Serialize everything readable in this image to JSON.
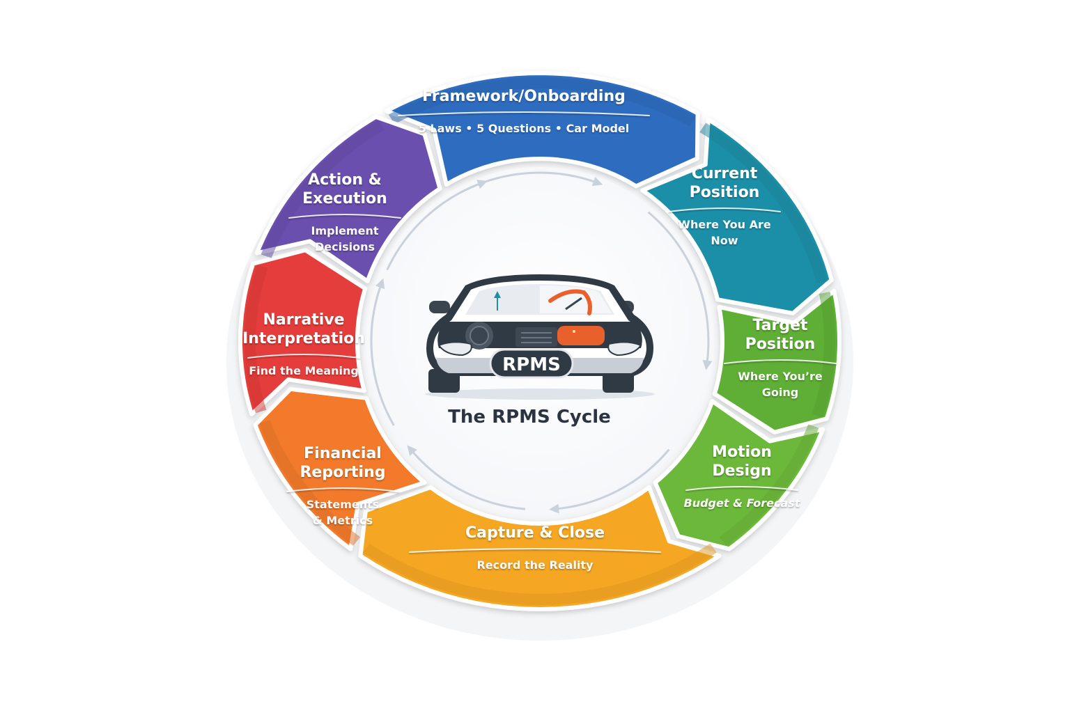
{
  "center": {
    "title": "The RPMS Cycle",
    "badge": "RPMS",
    "icon": "car-icon"
  },
  "segments": [
    {
      "title_lines": [
        "Framework/Onboarding"
      ],
      "subtitle_lines": [
        "5 Laws • 5 Questions • Car Model"
      ],
      "color": "#2f6cbf"
    },
    {
      "title_lines": [
        "Current",
        "Position"
      ],
      "subtitle_lines": [
        "Where You Are",
        "Now"
      ],
      "color": "#1f8fa8"
    },
    {
      "title_lines": [
        "Target",
        "Position"
      ],
      "subtitle_lines": [
        "Where You’re",
        "Going"
      ],
      "color": "#5fae34"
    },
    {
      "title_lines": [
        "Motion",
        "Design"
      ],
      "subtitle_lines": [
        "Budget & Forecast"
      ],
      "color": "#6cb83a"
    },
    {
      "title_lines": [
        "Capture & Close"
      ],
      "subtitle_lines": [
        "Record the Reality"
      ],
      "color": "#f5a623"
    },
    {
      "title_lines": [
        "Financial",
        "Reporting"
      ],
      "subtitle_lines": [
        "Statements",
        "& Metrics"
      ],
      "color": "#f27a2a"
    },
    {
      "title_lines": [
        "Narrative",
        "Interpretation"
      ],
      "subtitle_lines": [
        "Find the Meaning"
      ],
      "color": "#e53c3a"
    },
    {
      "title_lines": [
        "Action &",
        "Execution"
      ],
      "subtitle_lines": [
        "Implement",
        "Decisions"
      ],
      "color": "#6a4fae"
    }
  ],
  "colors": {
    "arrow": "#c9d1db",
    "center_text": "#2b3440",
    "car_body": "#2f3a45",
    "car_accent": "#e8612c"
  }
}
